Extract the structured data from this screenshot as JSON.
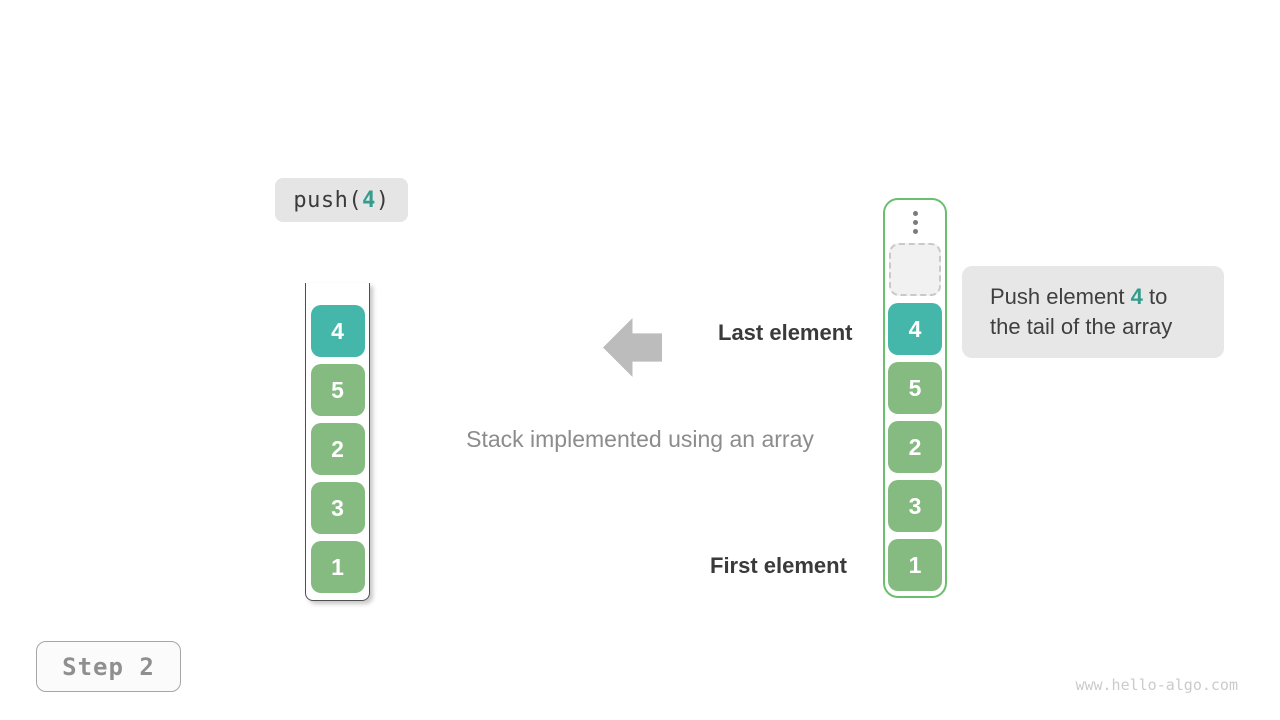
{
  "colors": {
    "teal-cell": "#45b6aa",
    "green-cell": "#85bb81",
    "teal-text": "#339c8d",
    "arrow-gray": "#bcbcbc",
    "stack-border-green": "#6abf6e"
  },
  "operation": {
    "prefix": "push(",
    "value": "4",
    "suffix": ")"
  },
  "stacks": {
    "array": {
      "items": [
        {
          "value": "4",
          "highlight": true
        },
        {
          "value": "5",
          "highlight": false
        },
        {
          "value": "2",
          "highlight": false
        },
        {
          "value": "3",
          "highlight": false
        },
        {
          "value": "1",
          "highlight": false
        }
      ]
    },
    "pushed": {
      "items": [
        {
          "value": "4",
          "highlight": true
        },
        {
          "value": "5",
          "highlight": false
        },
        {
          "value": "2",
          "highlight": false
        },
        {
          "value": "3",
          "highlight": false
        },
        {
          "value": "1",
          "highlight": false
        }
      ]
    }
  },
  "annotations": {
    "last_element": "Last element",
    "first_element": "First element",
    "caption": "Stack implemented using an array"
  },
  "tooltip": {
    "text_before": "Push element ",
    "value": "4",
    "text_after": " to the tail of the array"
  },
  "step_label": "Step 2",
  "watermark": "www.hello-algo.com"
}
